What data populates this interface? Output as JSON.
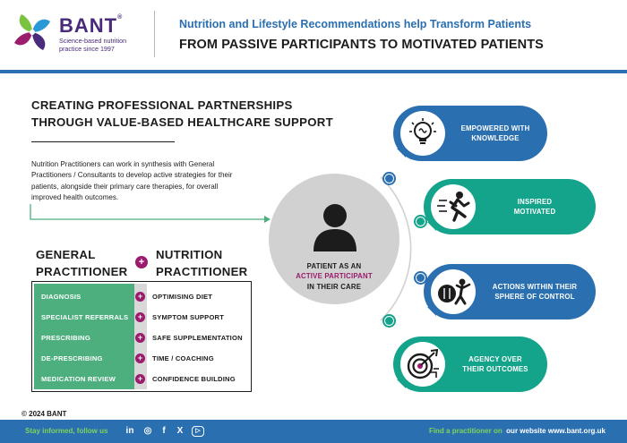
{
  "header": {
    "brand": "BANT",
    "brand_mark": "®",
    "tagline": "Science-based nutrition practice since 1997",
    "subtitle": "Nutrition and Lifestyle Recommendations help Transform Patients",
    "title": "FROM PASSIVE PARTICIPANTS TO MOTIVATED PATIENTS"
  },
  "section": {
    "title_line1": "CREATING PROFESSIONAL PARTNERSHIPS",
    "title_line2": "THROUGH VALUE-BASED HEALTHCARE SUPPORT",
    "body": "Nutrition Practitioners can work in synthesis with General Practitioners / Consultants to develop active strategies for their patients, alongside their primary care therapies, for overall improved health outcomes."
  },
  "columns": {
    "left_line1": "GENERAL",
    "left_line2": "PRACTITIONER",
    "right_line1": "NUTRITION",
    "right_line2": "PRACTITIONER",
    "plus": "+"
  },
  "table": {
    "rows": [
      {
        "gp": "DIAGNOSIS",
        "np": "OPTIMISING DIET"
      },
      {
        "gp": "SPECIALIST REFERRALS",
        "np": "SYMPTOM SUPPORT"
      },
      {
        "gp": "PRESCRIBING",
        "np": "SAFE SUPPLEMENTATION"
      },
      {
        "gp": "DE-PRESCRIBING",
        "np": "TIME / COACHING"
      },
      {
        "gp": "MEDICATION REVIEW",
        "np": "CONFIDENCE BUILDING"
      }
    ]
  },
  "center": {
    "line1": "PATIENT AS AN",
    "line2": "ACTIVE PARTICIPANT",
    "line3": "IN THEIR CARE"
  },
  "cards": [
    {
      "line1": "EMPOWERED WITH",
      "line2": "KNOWLEDGE",
      "icon": "lightbulb-brain-icon",
      "color": "#2a6fb0"
    },
    {
      "line1": "INSPIRED",
      "line2": "MOTIVATED",
      "icon": "runner-icon",
      "color": "#14a38b"
    },
    {
      "line1": "ACTIONS WITHIN THEIR",
      "line2": "SPHERE OF CONTROL",
      "icon": "diet-exercise-icon",
      "color": "#2a6fb0"
    },
    {
      "line1": "AGENCY OVER",
      "line2": "THEIR OUTCOMES",
      "icon": "target-icon",
      "color": "#14a38b"
    }
  ],
  "copyright": "© 2024 BANT",
  "footer": {
    "follow": "Stay informed, follow us",
    "find": "Find a practitioner on",
    "website": "our website www.bant.org.uk",
    "social": [
      "in",
      "◎",
      "f",
      "X",
      "▷"
    ]
  },
  "colors": {
    "brand_blue": "#2a6fb0",
    "brand_green": "#14a38b",
    "table_green": "#4caf7d",
    "accent_plum": "#9b1b6d",
    "footer_green": "#7fd45a"
  }
}
